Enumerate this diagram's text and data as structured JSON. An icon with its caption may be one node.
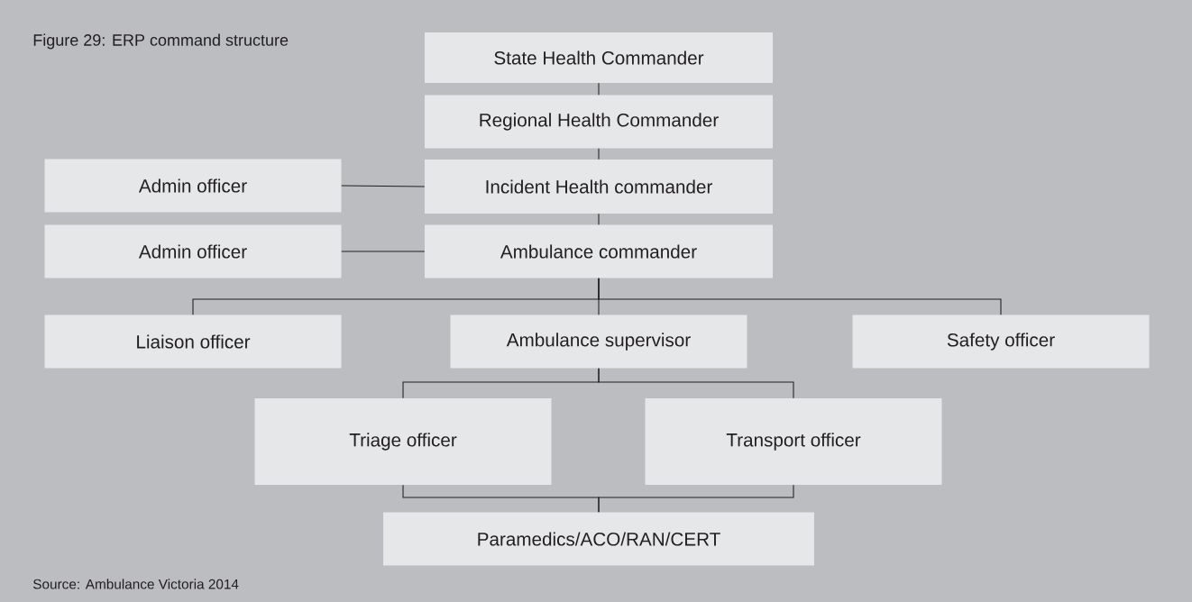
{
  "diagram": {
    "title": "Figure 29: ERP command structure",
    "caption": "Source: Ambulance Victoria 2014",
    "nodes": [
      {
        "text": [
          "State Health Commander"
        ]
      },
      {
        "text": [
          "Regional Health Commander"
        ]
      },
      {
        "text": [
          "Admin officer"
        ]
      },
      {
        "text": [
          "Incident Health commander"
        ]
      },
      {
        "text": [
          "Admin officer"
        ]
      },
      {
        "text": [
          "Ambulance commander"
        ]
      },
      {
        "text": [
          "Liaison officer"
        ]
      },
      {
        "text": [
          "Ambulance supervisor"
        ]
      },
      {
        "text": [
          "Safety officer"
        ]
      },
      {
        "text": [
          "Triage officer"
        ]
      },
      {
        "text": [
          "Transport officer"
        ]
      },
      {
        "text": [
          "Paramedics/ACO/RAN/CERT"
        ]
      }
    ],
    "edges": [
      {
        "from": 0,
        "to": 1,
        "arrow": "none"
      },
      {
        "from": 1,
        "to": 3,
        "arrow": "none"
      },
      {
        "from": 3,
        "to": 2,
        "arrow": "none"
      },
      {
        "from": 3,
        "to": 5,
        "arrow": "none"
      },
      {
        "from": 5,
        "to": 4,
        "arrow": "none"
      },
      {
        "from": 5,
        "to": 6,
        "arrow": "none"
      },
      {
        "from": 5,
        "to": 7,
        "arrow": "none"
      },
      {
        "from": 5,
        "to": 8,
        "arrow": "none"
      },
      {
        "from": 7,
        "to": 9,
        "arrow": "none"
      },
      {
        "from": 7,
        "to": 10,
        "arrow": "none"
      },
      {
        "from": 9,
        "to": 11,
        "arrow": "none"
      },
      {
        "from": 10,
        "to": 11,
        "arrow": "none"
      }
    ]
  }
}
